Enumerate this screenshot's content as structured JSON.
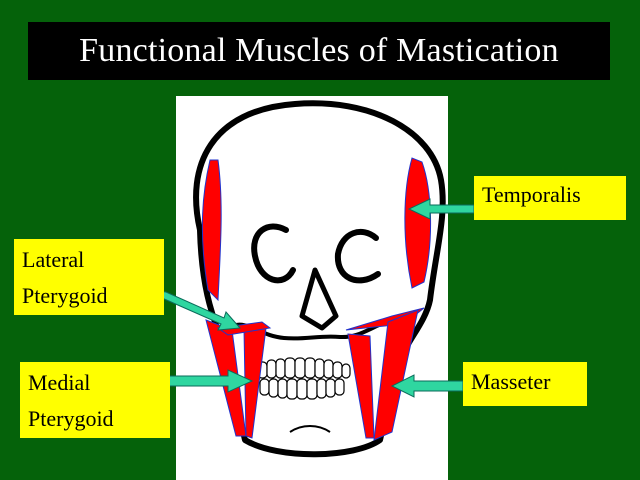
{
  "slide": {
    "title": "Functional Muscles of Mastication",
    "colors": {
      "background": "#05620a",
      "title_box": "#000000",
      "title_text": "#ffffff",
      "label_box": "#ffff00",
      "muscle": "#ff0000",
      "arrow": "#2fd6a0",
      "skull_outline": "#000000",
      "figure_panel": "#ffffff"
    }
  },
  "labels": {
    "temporalis": "Temporalis",
    "lateral_pterygoid": [
      "Lateral",
      "Pterygoid"
    ],
    "medial_pterygoid": [
      "Medial",
      "Pterygoid"
    ],
    "masseter": "Masseter"
  },
  "icons": {
    "skull": "skull-outline-icon",
    "arrow": "teal-arrow-icon"
  }
}
